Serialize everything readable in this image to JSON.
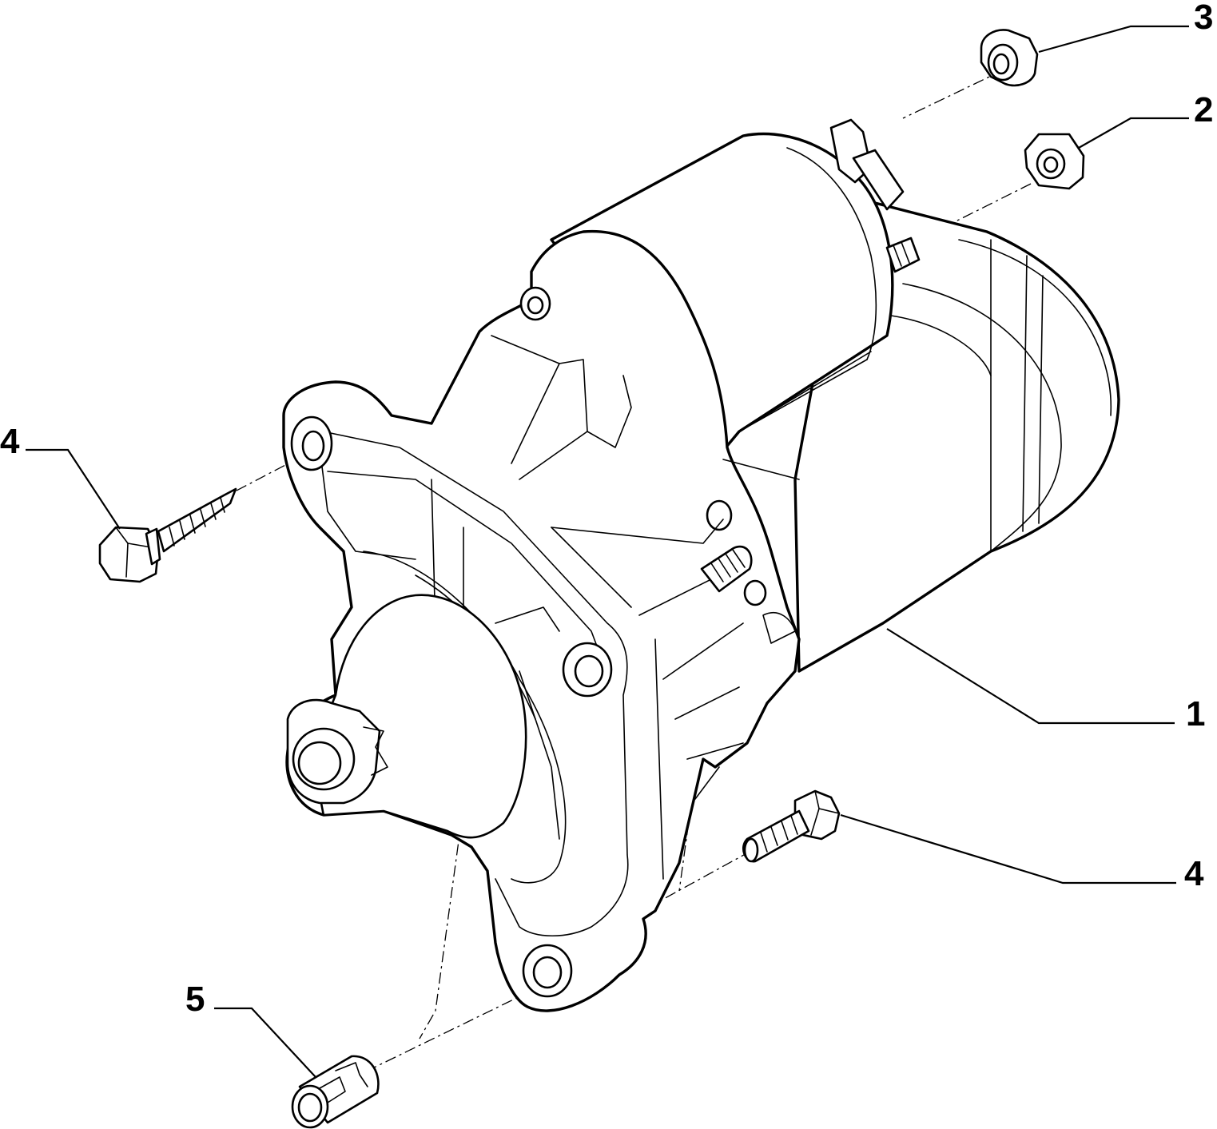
{
  "callouts": [
    {
      "id": "starter-motor",
      "label": "1"
    },
    {
      "id": "hex-nut",
      "label": "2"
    },
    {
      "id": "flange-nut",
      "label": "3"
    },
    {
      "id": "bolt-upper-left",
      "label": "4"
    },
    {
      "id": "bolt-lower-right",
      "label": "4"
    },
    {
      "id": "dowel-sleeve",
      "label": "5"
    }
  ]
}
